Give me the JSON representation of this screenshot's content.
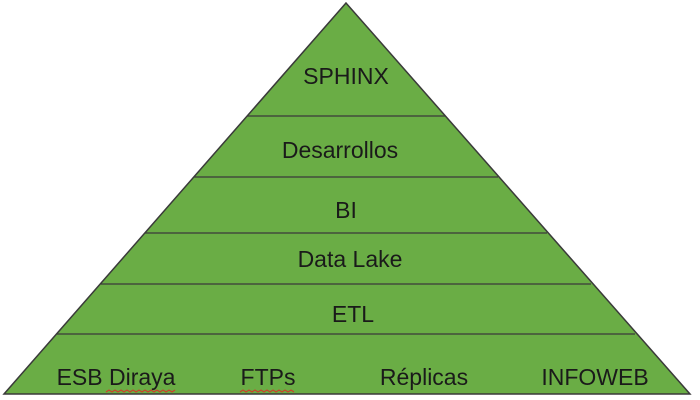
{
  "pyramid": {
    "fill_color": "#6aad45",
    "outline_color": "#3a3a3a",
    "text_color": "#1a1a1a",
    "layers": [
      {
        "label": "SPHINX"
      },
      {
        "label": "Desarrollos"
      },
      {
        "label": "BI"
      },
      {
        "label": "Data Lake"
      },
      {
        "label": "ETL"
      }
    ],
    "base_items": [
      {
        "label": "ESB Diraya"
      },
      {
        "label": "FTPs"
      },
      {
        "label": "Réplicas"
      },
      {
        "label": "INFOWEB"
      }
    ]
  }
}
